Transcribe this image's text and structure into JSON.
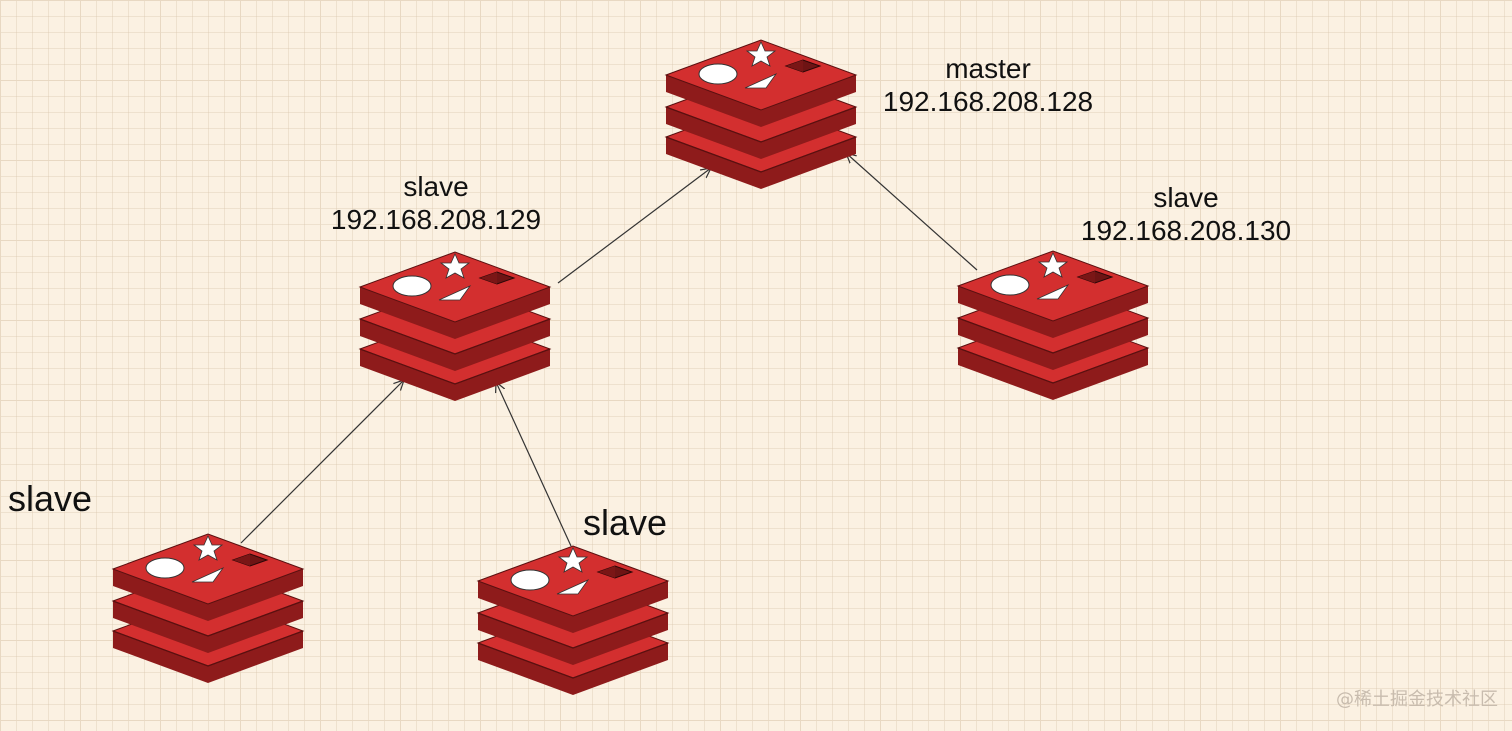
{
  "nodes": {
    "master": {
      "role": "master",
      "ip": "192.168.208.128"
    },
    "slave_129": {
      "role": "slave",
      "ip": "192.168.208.129"
    },
    "slave_130": {
      "role": "slave",
      "ip": "192.168.208.130"
    },
    "slave_left": {
      "role": "slave"
    },
    "slave_mid": {
      "role": "slave"
    }
  },
  "edges": [
    {
      "from": "slave_129",
      "to": "master"
    },
    {
      "from": "slave_130",
      "to": "master"
    },
    {
      "from": "slave_left",
      "to": "slave_129"
    },
    {
      "from": "slave_mid",
      "to": "slave_129"
    }
  ],
  "watermark": "@稀土掘金技术社区",
  "colors": {
    "background": "#fbf1e2",
    "grid": "#e8d8c2",
    "redis_red": "#d32f2f",
    "redis_dark": "#8e1b1b",
    "arrow": "#333333",
    "text": "#111111"
  }
}
